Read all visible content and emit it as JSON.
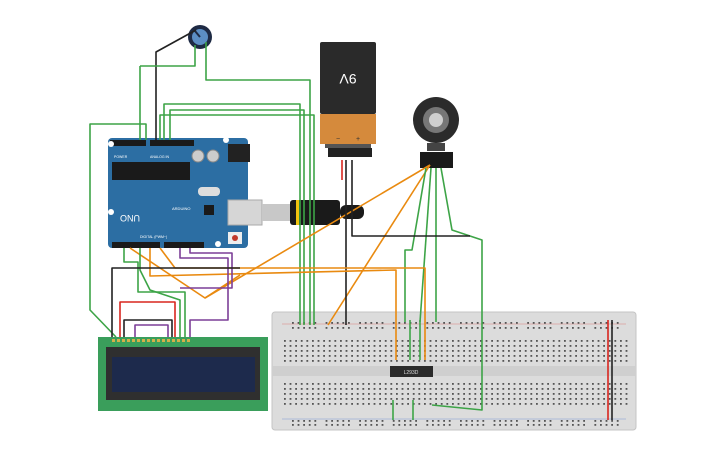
{
  "battery": {
    "label": "9V",
    "minus": "−",
    "plus": "+"
  },
  "arduino": {
    "brand": "ARDUINO",
    "model": "UNO",
    "digital_label": "DIGITAL (PWM~)",
    "analog_label": "ANALOG IN",
    "power_label": "POWER"
  },
  "chip": {
    "label": "L293D"
  },
  "colors": {
    "green": "#3da447",
    "orange": "#e98a10",
    "red": "#d8261f",
    "black": "#222222",
    "purple": "#7c3f97",
    "board": "#2c6ea3",
    "breadboard": "#dcdcdc",
    "lcd": "#3a9e5b",
    "lcd_screen": "#1d2a4c"
  }
}
